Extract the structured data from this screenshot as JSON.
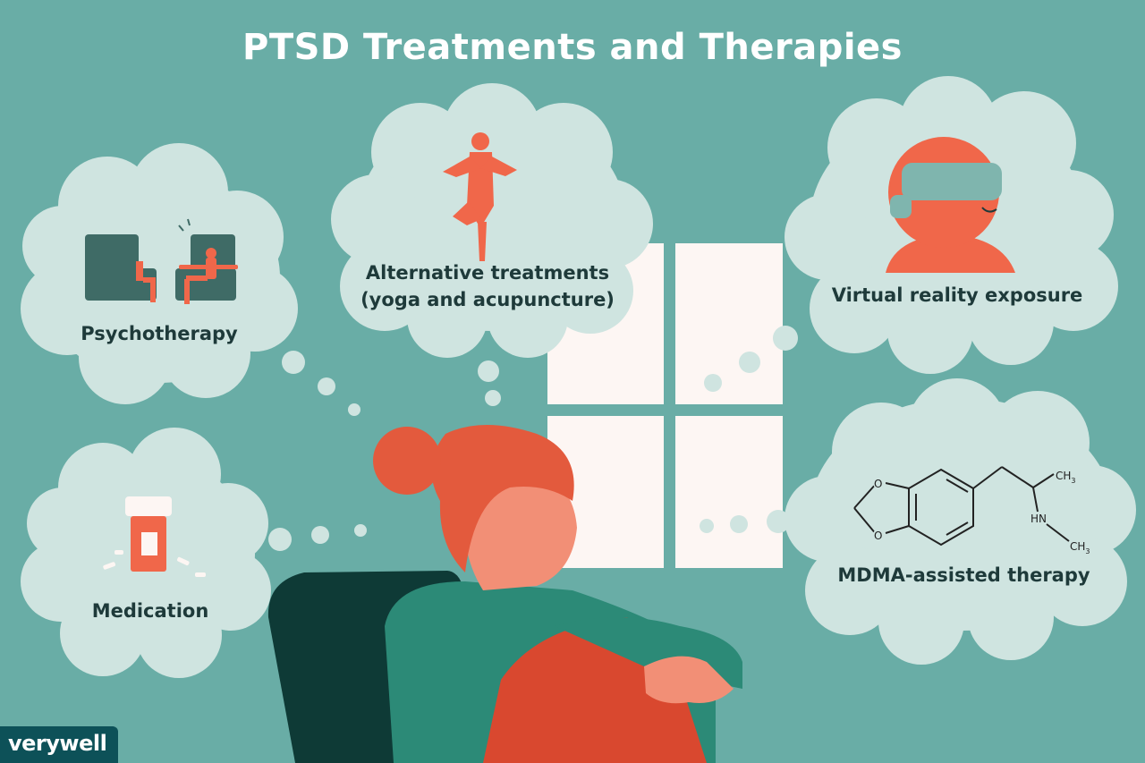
{
  "title": "PTSD Treatments and Therapies",
  "treatments": {
    "psychotherapy": "Psychotherapy",
    "alternative_line1": "Alternative treatments",
    "alternative_line2": "(yoga and acupuncture)",
    "virtual_reality": "Virtual reality exposure",
    "medication": "Medication",
    "mdma": "MDMA-assisted therapy"
  },
  "molecule_labels": {
    "ch3_top": "CH",
    "sub3": "3",
    "hn": "HN",
    "ch3_bottom": "CH"
  },
  "brand": {
    "logo": "verywell"
  },
  "colors": {
    "background": "#69ada6",
    "cloud": "#cfe4e0",
    "accent": "#f0674a",
    "window": "#fdf6f3",
    "chair": "#0e3a36",
    "sweater": "#2c8a77"
  }
}
